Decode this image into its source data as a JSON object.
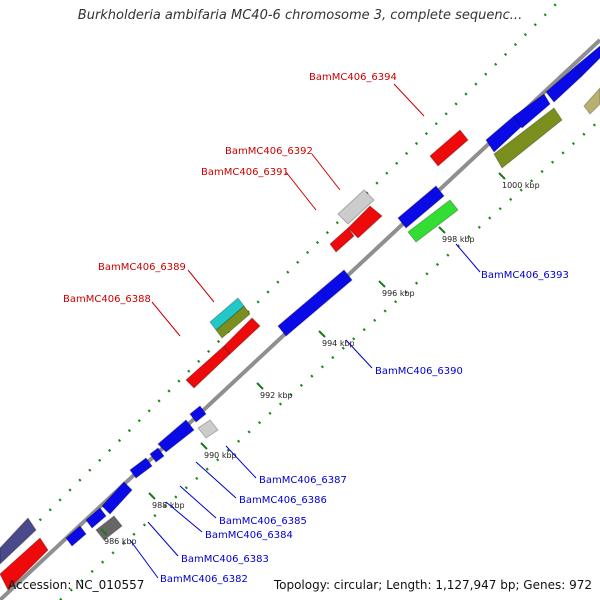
{
  "title": "Burkholderia ambifaria MC40-6 chromosome 3, complete sequenc...",
  "footer": {
    "accession": "Accession: NC_010557",
    "stats": "Topology: circular; Length: 1,127,947 bp; Genes: 972"
  },
  "colors": {
    "backbone": "#8f8f8f",
    "dot_outer": "#1a8a1a",
    "tick": "#1a7a1a",
    "label_top": "#cc0000",
    "label_bottom": "#0000cc",
    "blue": "#0a0ae6",
    "red": "#ee0a0a",
    "olive": "#7a8f1e",
    "green": "#33dd33",
    "cyan": "#22c8c8",
    "grey_light": "#cccccc",
    "grey_dark": "#666666",
    "navy": "#4a4a8a",
    "khaki": "#b8b070"
  },
  "ticks": [
    {
      "label": "986 kbp"
    },
    {
      "label": "988 kbp"
    },
    {
      "label": "990 kbp"
    },
    {
      "label": "992 kbp"
    },
    {
      "label": "994 kbp"
    },
    {
      "label": "996 kbp"
    },
    {
      "label": "998 kbp"
    },
    {
      "label": "1000 kbp"
    }
  ],
  "genes_top": [
    {
      "label": "BamMC406_6394",
      "color": "#cc0000"
    },
    {
      "label": "BamMC406_6392",
      "color": "#cc0000"
    },
    {
      "label": "BamMC406_6391",
      "color": "#cc0000"
    },
    {
      "label": "BamMC406_6389",
      "color": "#cc0000"
    },
    {
      "label": "BamMC406_6388",
      "color": "#cc0000"
    }
  ],
  "genes_bottom": [
    {
      "label": "BamMC406_6393",
      "color": "#0000cc"
    },
    {
      "label": "BamMC406_6390",
      "color": "#0000cc"
    },
    {
      "label": "BamMC406_6387",
      "color": "#0000cc"
    },
    {
      "label": "BamMC406_6386",
      "color": "#0000cc"
    },
    {
      "label": "BamMC406_6385",
      "color": "#0000cc"
    },
    {
      "label": "BamMC406_6384",
      "color": "#0000cc"
    },
    {
      "label": "BamMC406_6383",
      "color": "#0000cc"
    },
    {
      "label": "BamMC406_6382",
      "color": "#0000cc"
    }
  ]
}
